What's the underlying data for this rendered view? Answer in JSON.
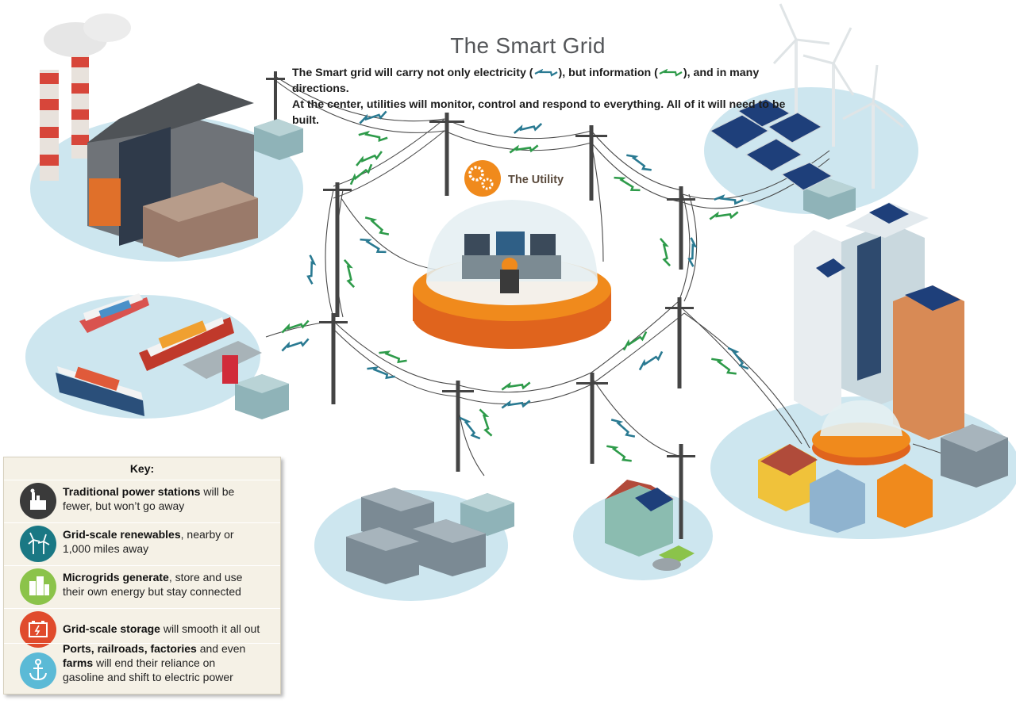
{
  "header": {
    "title": "The Smart Grid",
    "subtitle_line1_before": "The Smart grid will carry not only electricity (",
    "subtitle_line1_middle": "), but information (",
    "subtitle_line1_after": "), and in many directions.",
    "subtitle_line2": "At the center, utilities will monitor, control and respond to everything. All of it will need to be built."
  },
  "utility": {
    "label": "The Utility"
  },
  "colors": {
    "electricity_arrow": "#2a7a92",
    "information_arrow": "#2e9b4a",
    "water": "#cfe6ef",
    "orange": "#f08a1c",
    "key_bg": "#f5f1e6",
    "ports_icon": "#5bbad6",
    "microgrid_icon": "#8bc34a",
    "storage_icon": "#e04b2c",
    "renewables_icon": "#1a7884",
    "traditional_icon": "#3a3a3a"
  },
  "key": {
    "title": "Key:",
    "items": [
      {
        "icon": "factory-icon",
        "bold": "Traditional power stations",
        "rest_line1": " will be",
        "line2": "fewer, but won’t go away"
      },
      {
        "icon": "wind-turbine-icon",
        "bold": "Grid-scale renewables",
        "rest_line1": ", nearby or",
        "line2": "1,000 miles away"
      },
      {
        "icon": "buildings-icon",
        "bold": "Microgrids generate",
        "rest_line1": ", store and use",
        "line2": "their own energy but stay connected"
      },
      {
        "icon": "battery-icon",
        "bold": "Grid-scale storage",
        "rest_line1": " will smooth it all out",
        "line2": ""
      },
      {
        "icon": "anchor-icon",
        "bold": "Ports, railroads, factories",
        "rest_line1": " and even",
        "bold2": "farms",
        "rest_line2": " will end their reliance on",
        "line3": "gasoline and shift to electric power"
      }
    ]
  }
}
